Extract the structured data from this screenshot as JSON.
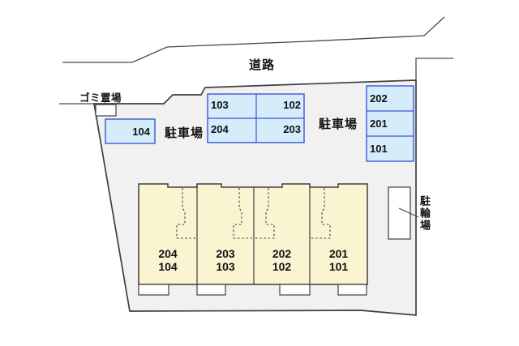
{
  "colors": {
    "parcel-fill": "#f1f1f2",
    "parcel-stroke": "#3f3f3f",
    "parking-fill": "#d5ecfb",
    "parking-stroke": "#3c55d4",
    "building-fill": "#faf4d1",
    "line": "#4a4a4a",
    "text": "#111111"
  },
  "labels": {
    "road": "道路",
    "garbage": "ゴミ置場",
    "parking_left": "駐車場",
    "parking_right": "駐車場",
    "bicycle": "駐輪場"
  },
  "parking": {
    "single_spot": "104",
    "grid": {
      "top_left": "103",
      "top_right": "102",
      "bottom_left": "204",
      "bottom_right": "203"
    },
    "stack": [
      "202",
      "201",
      "101"
    ]
  },
  "building": {
    "units": [
      {
        "upper": "204",
        "lower": "104"
      },
      {
        "upper": "203",
        "lower": "103"
      },
      {
        "upper": "202",
        "lower": "102"
      },
      {
        "upper": "201",
        "lower": "101"
      }
    ]
  }
}
